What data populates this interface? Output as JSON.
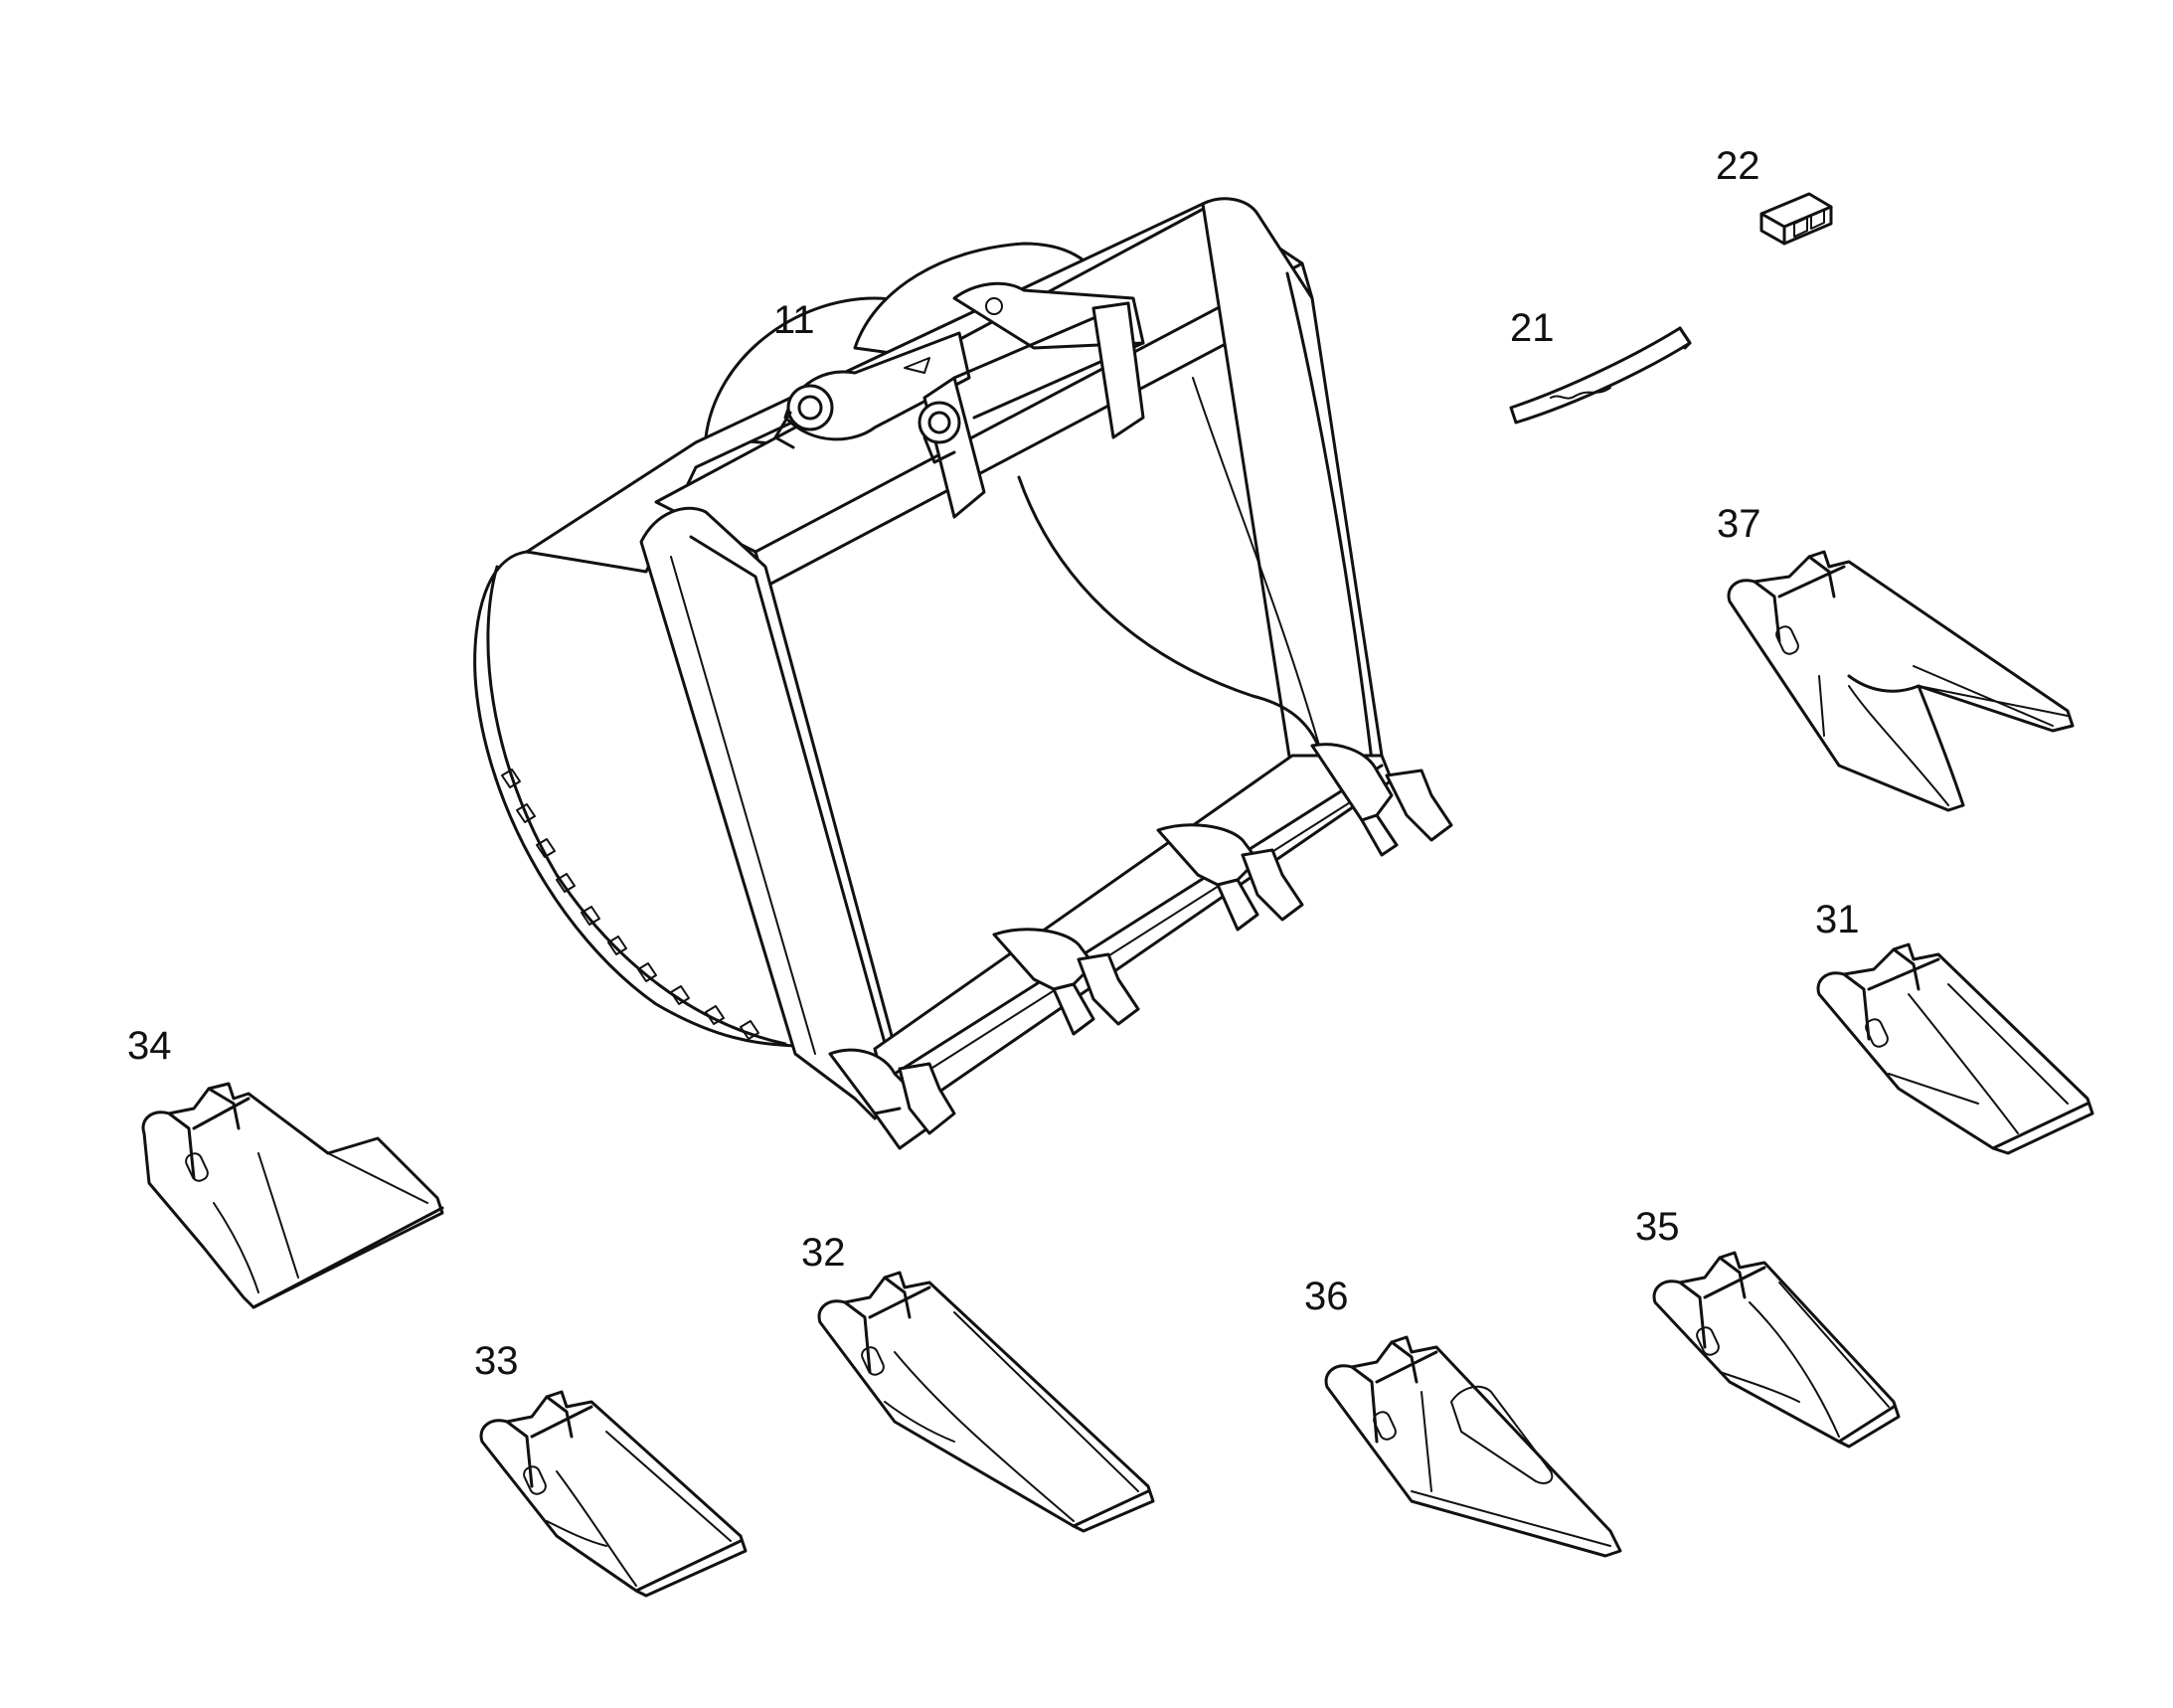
{
  "labels": {
    "bucket": "11",
    "tooth_37": "37",
    "tooth_31": "31",
    "tooth_34": "34",
    "tooth_32": "32",
    "tooth_33": "33",
    "tooth_36": "36",
    "tooth_35": "35",
    "retainer_21": "21",
    "lock_22": "22"
  },
  "colors": {
    "line": "#111111",
    "background": "#ffffff"
  }
}
